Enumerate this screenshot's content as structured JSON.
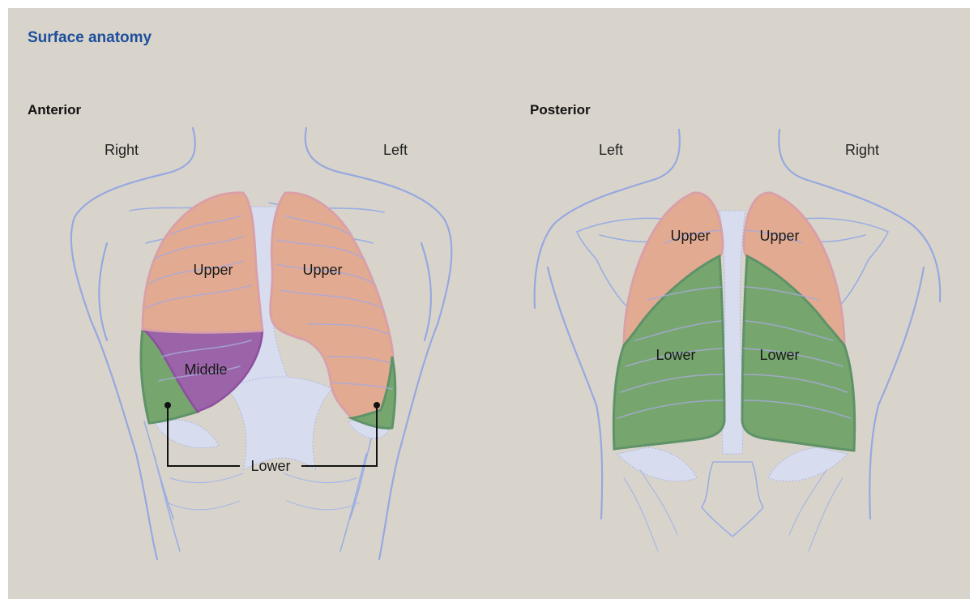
{
  "title": "Surface anatomy",
  "anterior": {
    "heading": "Anterior",
    "side_left": "Right",
    "side_right": "Left",
    "labels": {
      "right_upper": "Upper",
      "left_upper": "Upper",
      "middle": "Middle",
      "lower": "Lower"
    }
  },
  "posterior": {
    "heading": "Posterior",
    "side_left": "Left",
    "side_right": "Right",
    "labels": {
      "left_upper": "Upper",
      "right_upper": "Upper",
      "left_lower": "Lower",
      "right_lower": "Lower"
    }
  },
  "colors": {
    "background": "#d9d4cb",
    "title": "#1d4f9c",
    "upper_lobe": "#e3aa92",
    "middle_lobe": "#9b64a8",
    "lower_lobe": "#76a66e",
    "outline": "#96a8e0"
  }
}
